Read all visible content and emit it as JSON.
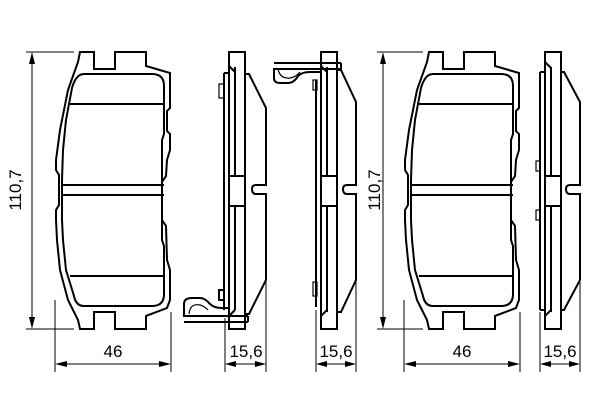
{
  "drawing": {
    "subject": "brake pad set technical drawing",
    "views": [
      {
        "id": "pad-front-left",
        "type": "front"
      },
      {
        "id": "pad-side-1",
        "type": "side",
        "with_clip": "bottom"
      },
      {
        "id": "pad-side-2",
        "type": "side",
        "with_clip": "top"
      },
      {
        "id": "pad-front-right",
        "type": "front"
      },
      {
        "id": "pad-side-3",
        "type": "side"
      }
    ],
    "dimensions": {
      "height_left": "110,7",
      "width_left": "46",
      "thickness_1": "15,6",
      "thickness_2": "15,6",
      "height_right": "110,7",
      "width_right": "46",
      "thickness_3": "15,6"
    },
    "colors": {
      "line": "#000000",
      "background": "#ffffff"
    }
  }
}
